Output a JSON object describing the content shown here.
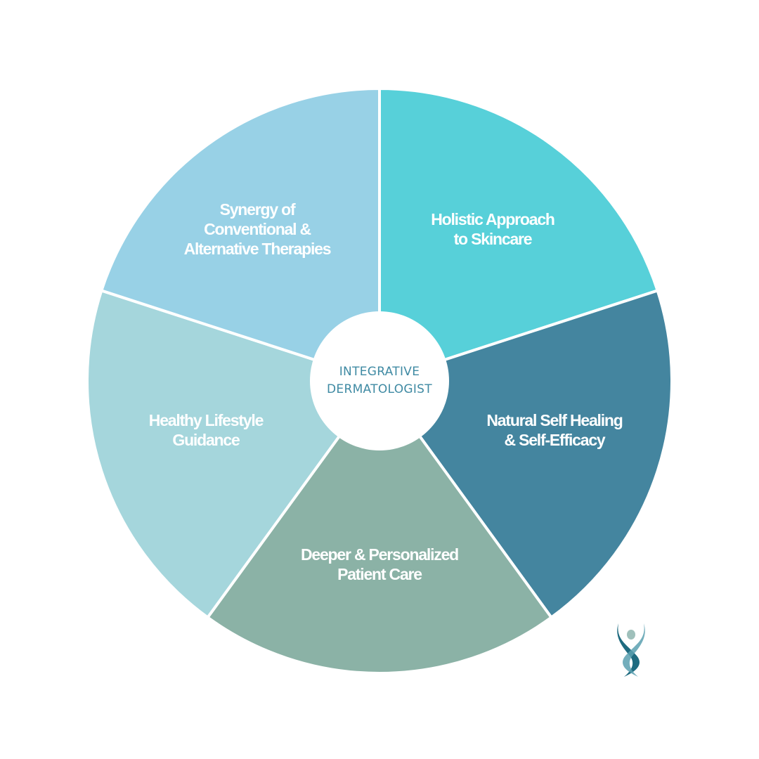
{
  "diagram": {
    "center_label": [
      "INTEGRATIVE",
      "DERMATOLOGIST"
    ],
    "segments": [
      {
        "lines": [
          "Holistic Approach",
          "to Skincare"
        ],
        "color": "#57D0D9"
      },
      {
        "lines": [
          "Natural Self Healing",
          "& Self-Efficacy"
        ],
        "color": "#44859F"
      },
      {
        "lines": [
          "Deeper & Personalized",
          "Patient Care"
        ],
        "color": "#8BB2A6"
      },
      {
        "lines": [
          "Healthy Lifestyle",
          "Guidance"
        ],
        "color": "#A5D6DC"
      },
      {
        "lines": [
          "Synergy of",
          "Conventional &",
          "Alternative Therapies"
        ],
        "color": "#98D1E6"
      }
    ],
    "logo": "dermatology-figure-logo"
  }
}
